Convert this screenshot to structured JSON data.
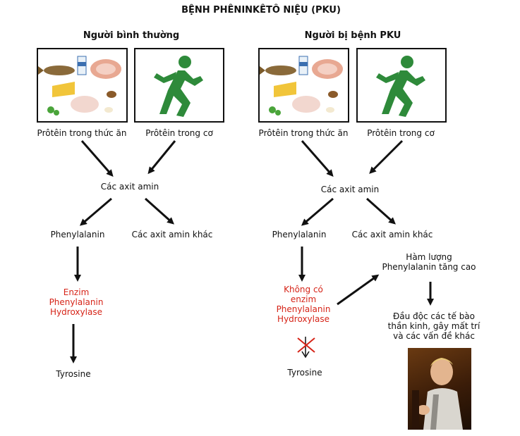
{
  "title": "BỆNH PHÊNINKÊTÔ NIỆU (PKU)",
  "normal": {
    "heading": "Người bình thường",
    "food_label": "Prôtêin trong thức ăn",
    "muscle_label": "Prôtêin trong cơ",
    "amino": "Các axit amin",
    "phe": "Phenylalanin",
    "other": "Các axit amin khác",
    "enzyme": [
      "Enzim",
      "Phenylalanin",
      "Hydroxylase"
    ],
    "tyrosine": "Tyrosine"
  },
  "pku": {
    "heading": "Người bị bệnh PKU",
    "food_label": "Prôtêin trong thức ăn",
    "muscle_label": "Prôtêin trong cơ",
    "amino": "Các axit amin",
    "phe": "Phenylalanin",
    "other": "Các axit amin khác",
    "no_enzyme": [
      "Không có",
      "enzim",
      "Phenylalanin",
      "Hydroxylase"
    ],
    "tyrosine": "Tyrosine",
    "high_level": [
      "Hàm lượng",
      "Phenylalanin tăng cao"
    ],
    "effect": [
      "Đầu độc các tế bào",
      "thần kinh, gây mất trí",
      "và các vấn đề khác"
    ]
  },
  "colors": {
    "enzyme_text": "#d62418",
    "runner": "#2e8a3a",
    "cross": "#d62418"
  },
  "icons": {
    "food": "food-collage-icon",
    "muscle": "running-person-icon",
    "patient": "patient-photo"
  }
}
